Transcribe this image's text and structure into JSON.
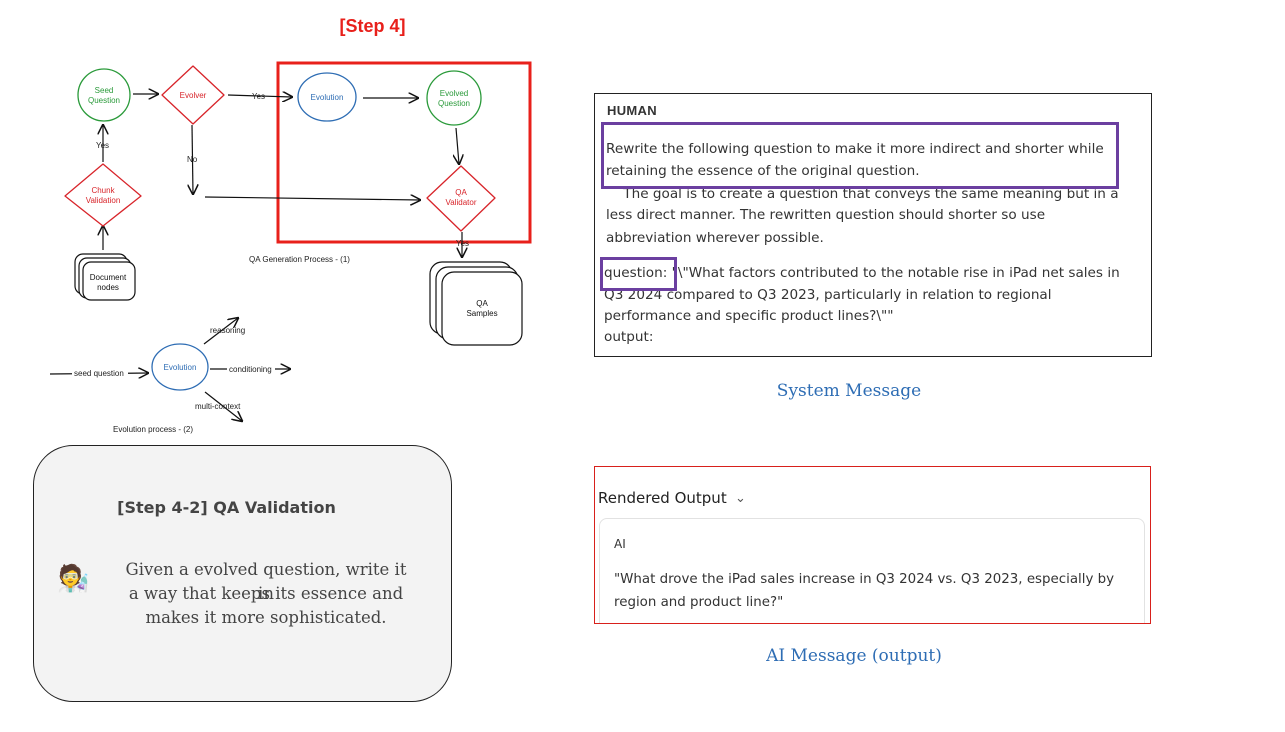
{
  "step_label": "[Step 4]",
  "diagram": {
    "nodes": {
      "seed_question": [
        "Seed",
        "Question"
      ],
      "evolver": "Evolver",
      "evolution": "Evolution",
      "evolved_question": [
        "Evolved",
        "Question"
      ],
      "chunk_validation": [
        "Chunk",
        "Validation"
      ],
      "qa_validator": [
        "QA",
        "Validator"
      ],
      "document_nodes": [
        "Document",
        "nodes"
      ],
      "qa_samples": [
        "QA",
        "Samples"
      ]
    },
    "edge_labels": {
      "yes_top": "Yes",
      "yes_left": "Yes",
      "no": "No",
      "yes_bottom": "Yes"
    },
    "caption_1": "QA Generation Process - (1)",
    "evolution_process": {
      "center": "Evolution",
      "input": "seed question",
      "outputs": [
        "reasoning",
        "conditioning",
        "multi-context"
      ],
      "caption": "Evolution process - (2)"
    }
  },
  "system_panel": {
    "role": "HUMAN",
    "lines": [
      "Rewrite the following question to make it more indirect and shorter while",
      "retaining the essence of the original question.",
      "    The goal is to create a question that conveys the same meaning but in a",
      "less direct manner. The rewritten question should shorter so use",
      "abbreviation wherever possible.",
      "question: \"\\\"What factors contributed to the notable rise in iPad net sales in",
      "Q3 2024 compared to Q3 2023, particularly in relation to regional",
      "performance and specific product lines?\\\"\"",
      "output:"
    ],
    "caption": "System Message"
  },
  "ai_panel": {
    "header": "Rendered Output",
    "role": "AI",
    "lines": [
      "\"What drove the iPad sales increase in Q3 2024 vs. Q3 2023, especially by",
      "region and product line?\""
    ],
    "caption": "AI Message (output)"
  },
  "card": {
    "title": "[Step 4-2] QA Validation",
    "emoji": "🧑‍🔬",
    "lines": [
      "Given a evolved question, write it in",
      "a way that keeps its essence and",
      "makes it more sophisticated."
    ]
  },
  "colors": {
    "highlight_red": "#e8201b",
    "purple": "#6b3fa0",
    "green": "#2a9a3a",
    "red_node": "#d8242a",
    "blue_node": "#2e6db4",
    "caption_blue": "#2e6db4"
  }
}
